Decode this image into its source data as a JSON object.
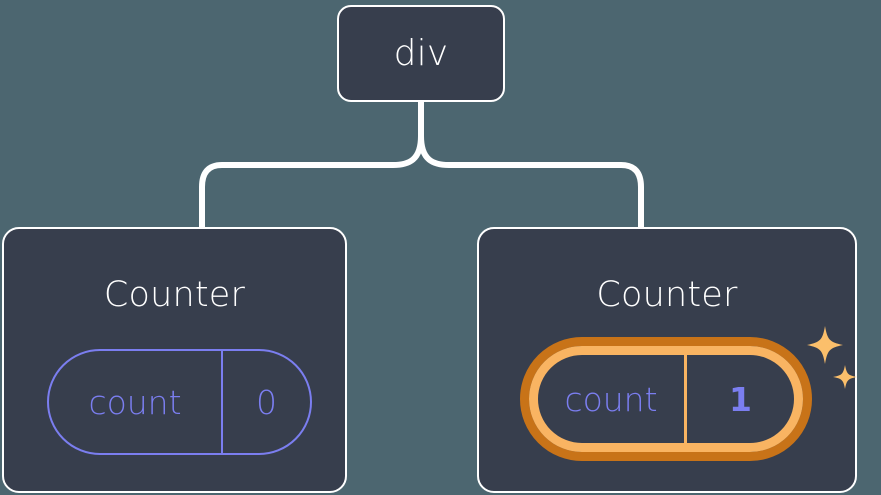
{
  "diagram": {
    "type": "component-tree",
    "background_color": "#4c6670",
    "node_fill_color": "#373e4d",
    "node_border_color": "#ffffff",
    "connector_color": "#ffffff",
    "accent_purple": "#7b7ef0",
    "highlight_outer_orange": "#c87318",
    "highlight_inner_orange": "#f9b462",
    "sparkle_color": "#fbbf6b"
  },
  "root": {
    "label": "div"
  },
  "children": [
    {
      "title": "Counter",
      "state": {
        "key": "count",
        "value": "0"
      },
      "highlighted": false,
      "sparkles": false
    },
    {
      "title": "Counter",
      "state": {
        "key": "count",
        "value": "1"
      },
      "highlighted": true,
      "sparkles": true
    }
  ],
  "icons": {
    "sparkle_large": "sparkle-icon",
    "sparkle_small": "sparkle-icon"
  }
}
